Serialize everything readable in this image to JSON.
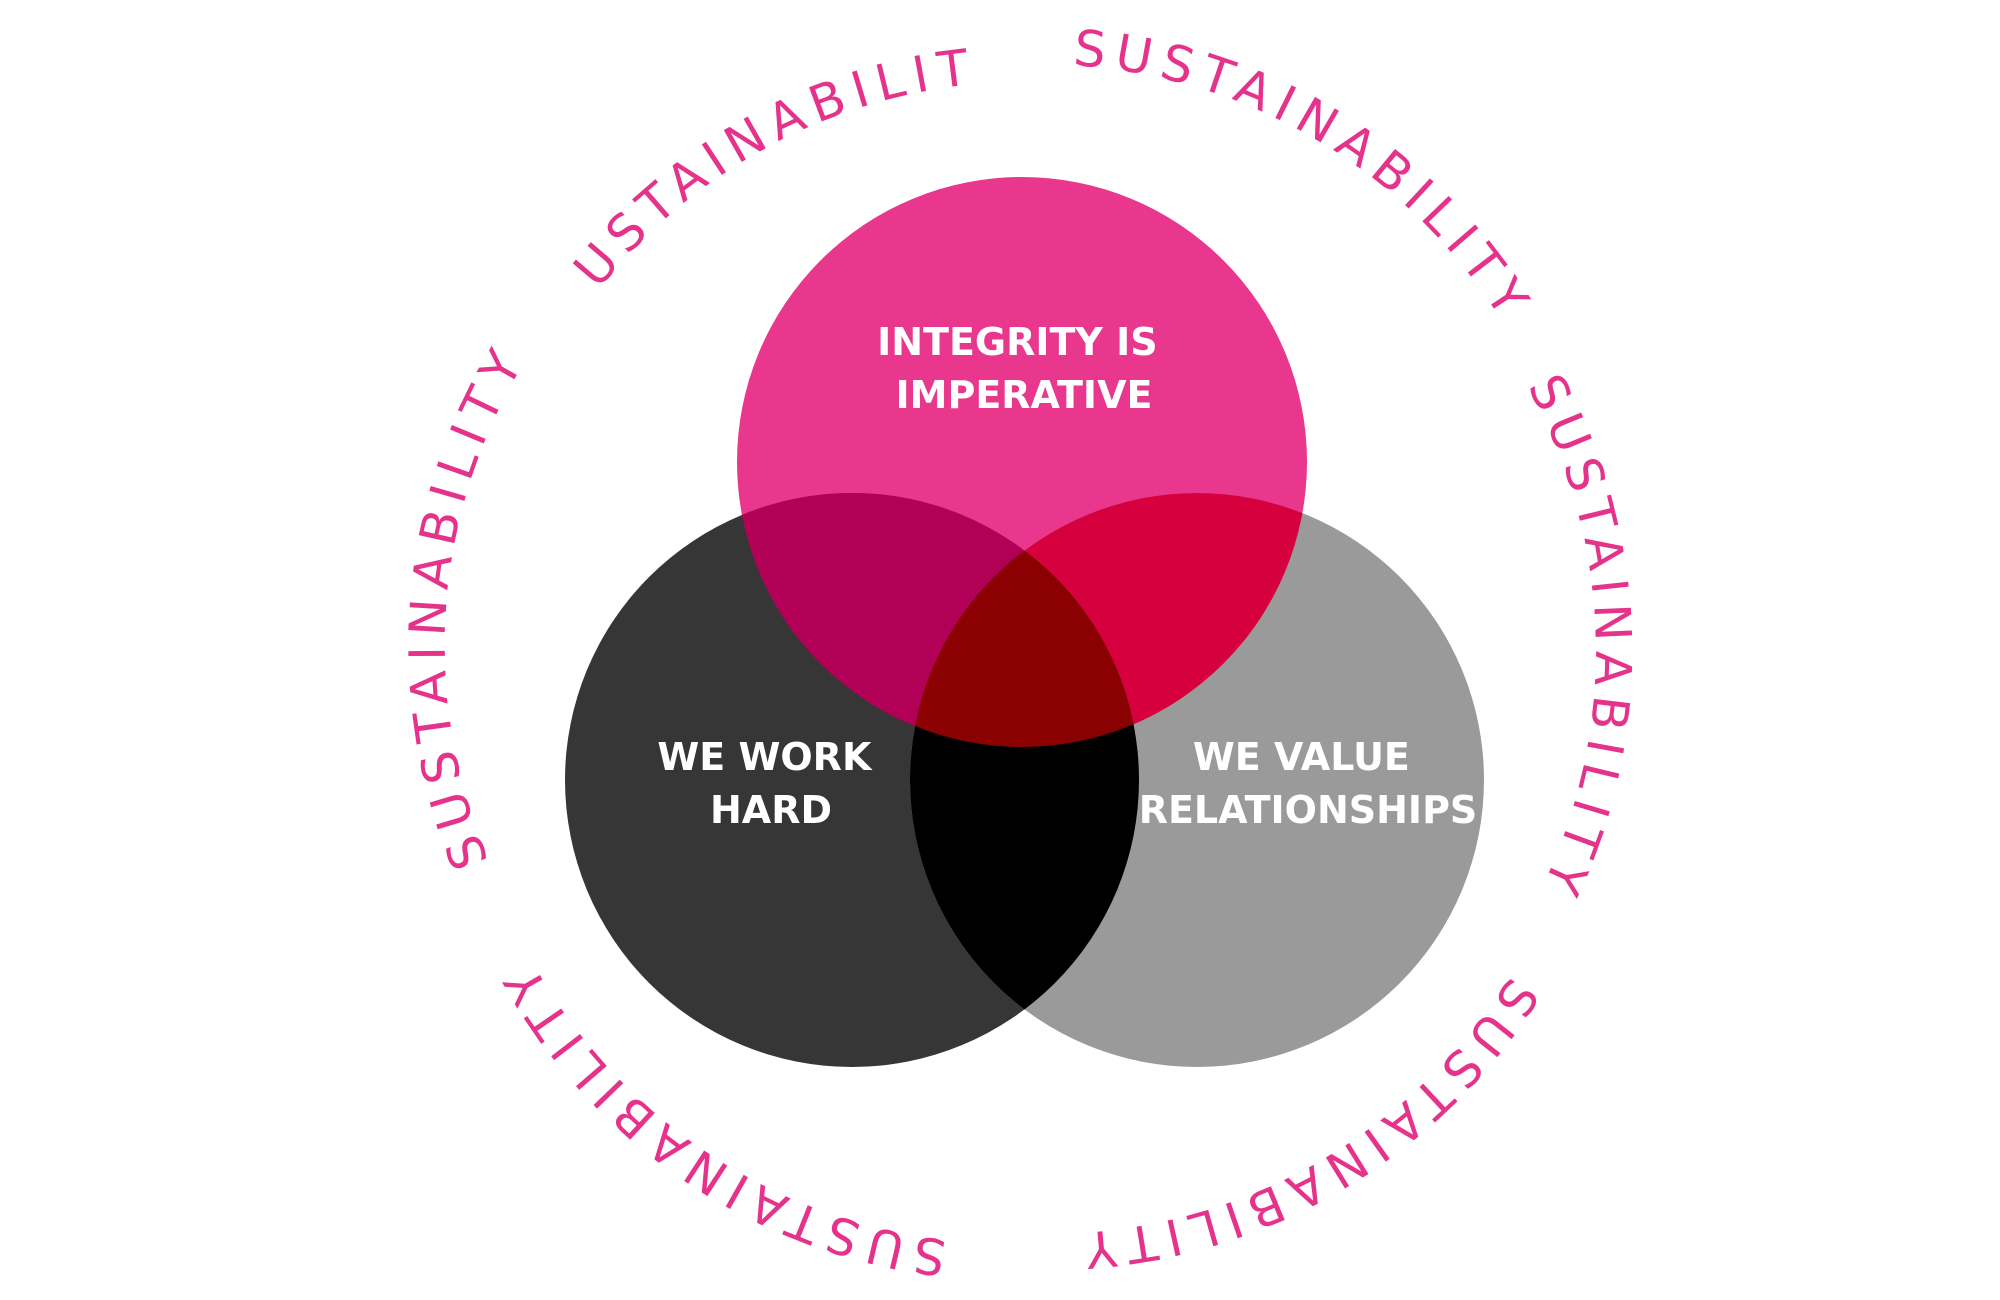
{
  "diagram": {
    "type": "venn-3",
    "ring_word": "SUSTAINABILITY",
    "ring_color": "#E5338C",
    "circles": [
      {
        "key": "integrity",
        "line1": "INTEGRITY IS",
        "line2": "IMPERATIVE",
        "color": "#E8378C"
      },
      {
        "key": "work-hard",
        "line1": "WE WORK",
        "line2": "HARD",
        "color": "#363636"
      },
      {
        "key": "relationships",
        "line1": "WE VALUE",
        "line2": "RELATIONSHIPS",
        "color": "#9A9A9A"
      }
    ],
    "overlap_colors": {
      "integrity_work": "#B20056",
      "integrity_relationships": "#D6003E",
      "work_relationships": "#000000",
      "center": "#8B0000"
    }
  }
}
